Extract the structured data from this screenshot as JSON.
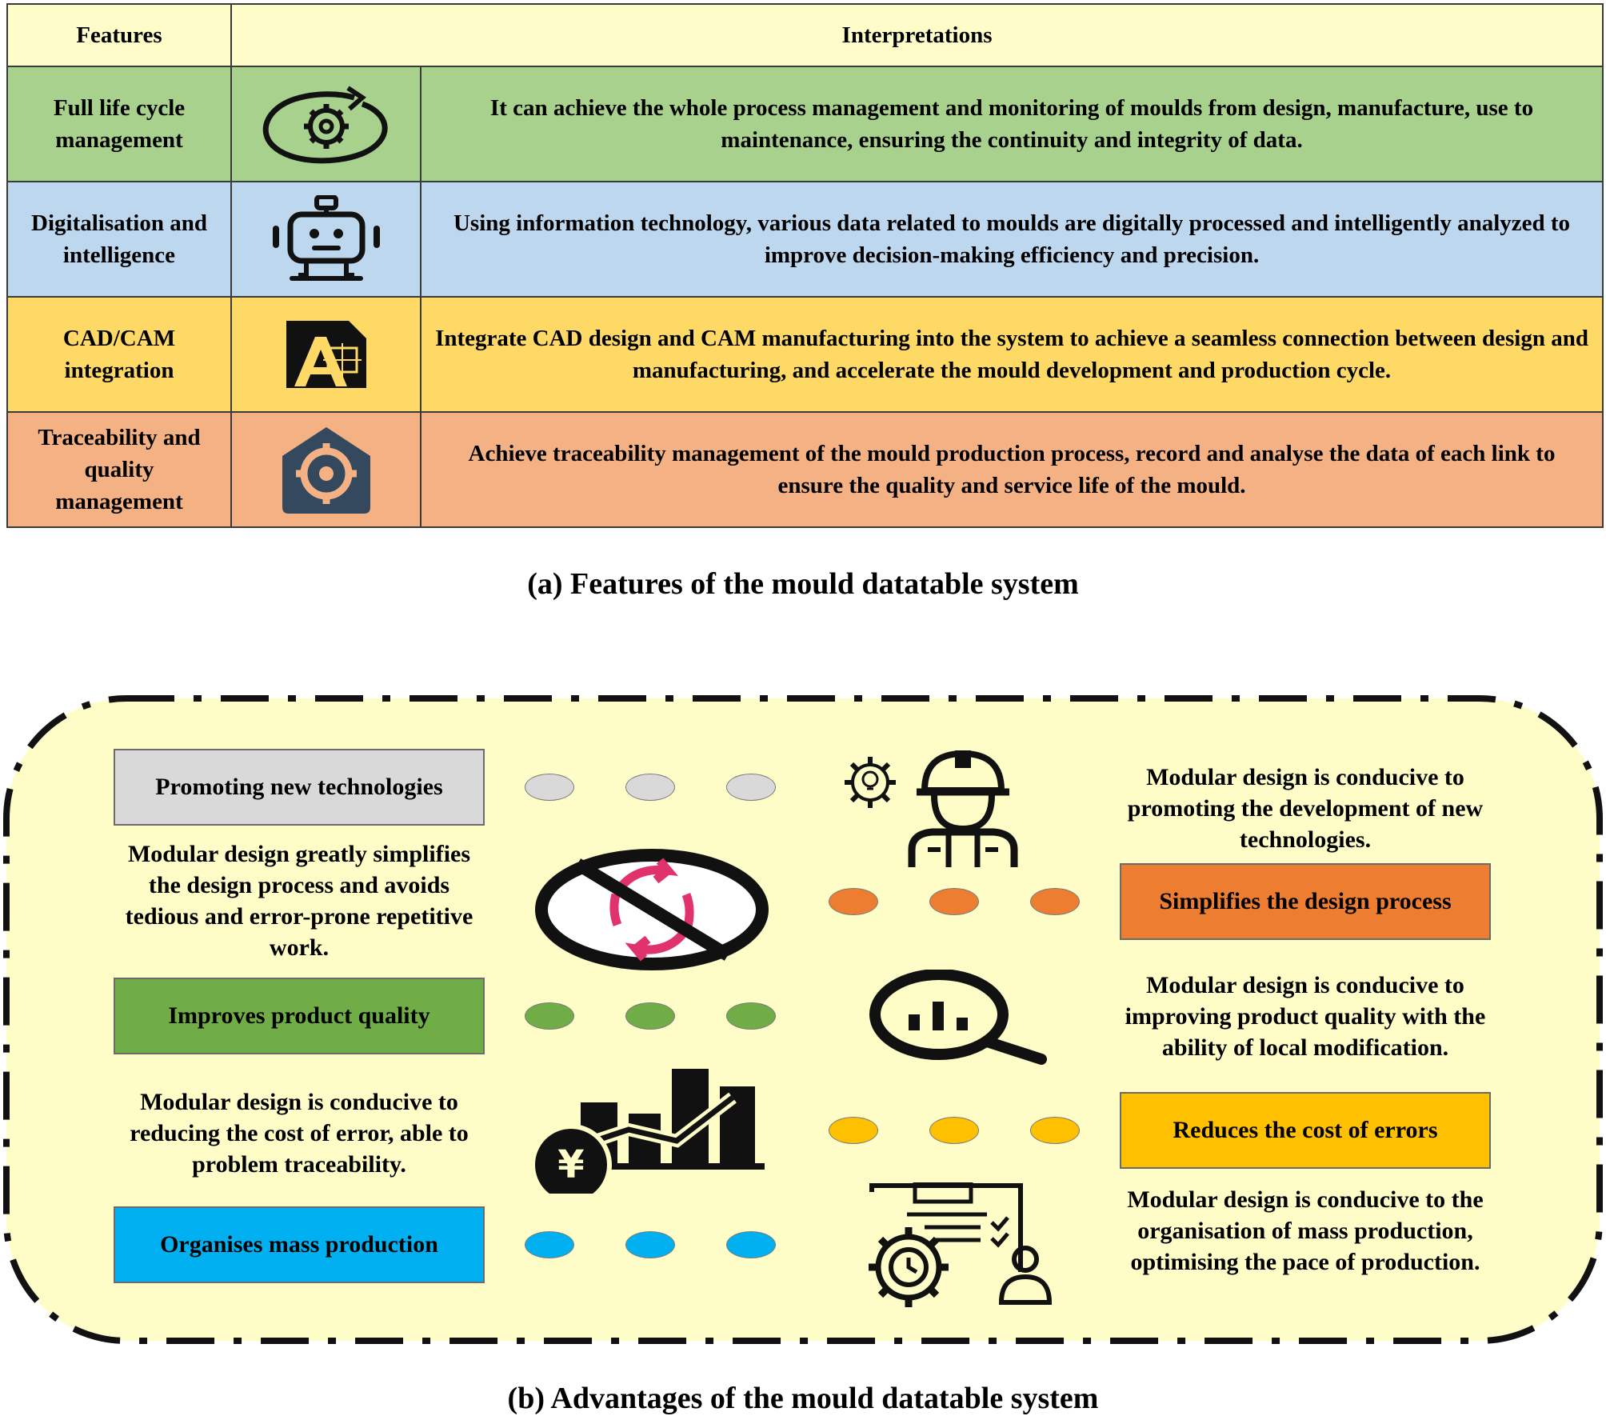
{
  "table": {
    "headers": {
      "features": "Features",
      "interpretations": "Interpretations"
    },
    "rows": [
      {
        "feature": "Full life cycle management",
        "interpretation": "It can achieve the whole process management and monitoring of moulds from design, manufacture, use to maintenance, ensuring the continuity and integrity of data.",
        "icon": "lifecycle-gear-icon",
        "color": "#a9d18e"
      },
      {
        "feature": "Digitalisation and intelligence",
        "interpretation": "Using information technology, various data related to moulds are digitally processed and intelligently analyzed to improve decision-making efficiency and precision.",
        "icon": "robot-icon",
        "color": "#bdd7ee"
      },
      {
        "feature": "CAD/CAM integration",
        "interpretation": "Integrate CAD design and CAM manufacturing into the system to achieve a seamless connection between design and manufacturing, and accelerate the mould development and production cycle.",
        "icon": "cad-logo-icon",
        "color": "#ffd966"
      },
      {
        "feature": "Traceability and quality management",
        "interpretation": "Achieve traceability management of the mould production process, record and analyse the data of each link to ensure the quality and service life of the mould.",
        "icon": "target-house-icon",
        "color": "#f4b183"
      }
    ],
    "caption": "(a) Features of the mould datatable system"
  },
  "advantages": {
    "labels": [
      {
        "text": "Promoting new technologies",
        "color": "#d9d9d9"
      },
      {
        "text": "Simplifies the design process",
        "color": "#ed7d31"
      },
      {
        "text": "Improves product quality",
        "color": "#70ad47"
      },
      {
        "text": "Reduces the cost of errors",
        "color": "#ffc000"
      },
      {
        "text": "Organises mass production",
        "color": "#00b0f0"
      }
    ],
    "descriptions": [
      "Modular design is conducive to promoting the development of new technologies.",
      "Modular design greatly simplifies the design process and avoids tedious and error-prone repetitive work.",
      "Modular design is conducive to improving product quality with the ability of local modification.",
      "Modular design is conducive to reducing the cost of error, able to problem traceability.",
      "Modular design is conducive to the organisation of mass production, optimising the pace of production."
    ],
    "icons": [
      "engineer-icon",
      "no-repeat-icon",
      "search-chart-icon",
      "cost-chart-icon",
      "production-schedule-icon"
    ],
    "panel_color": "#fefdc8",
    "caption": "(b) Advantages of the mould datatable system"
  }
}
